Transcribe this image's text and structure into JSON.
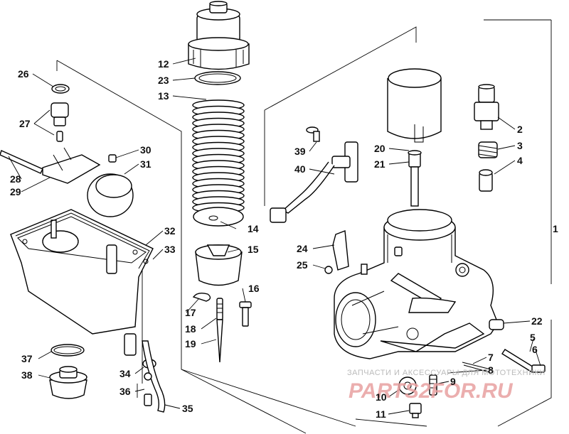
{
  "callouts": [
    {
      "id": "1",
      "label": "1"
    },
    {
      "id": "2",
      "label": "2"
    },
    {
      "id": "3",
      "label": "3"
    },
    {
      "id": "4",
      "label": "4"
    },
    {
      "id": "5",
      "label": "5"
    },
    {
      "id": "6",
      "label": "6"
    },
    {
      "id": "7",
      "label": "7"
    },
    {
      "id": "8",
      "label": "8"
    },
    {
      "id": "9",
      "label": "9"
    },
    {
      "id": "10",
      "label": "10"
    },
    {
      "id": "11",
      "label": "11"
    },
    {
      "id": "12",
      "label": "12"
    },
    {
      "id": "13",
      "label": "13"
    },
    {
      "id": "14",
      "label": "14"
    },
    {
      "id": "15",
      "label": "15"
    },
    {
      "id": "16",
      "label": "16"
    },
    {
      "id": "17",
      "label": "17"
    },
    {
      "id": "18",
      "label": "18"
    },
    {
      "id": "19",
      "label": "19"
    },
    {
      "id": "20",
      "label": "20"
    },
    {
      "id": "21",
      "label": "21"
    },
    {
      "id": "22",
      "label": "22"
    },
    {
      "id": "23",
      "label": "23"
    },
    {
      "id": "24",
      "label": "24"
    },
    {
      "id": "25",
      "label": "25"
    },
    {
      "id": "26",
      "label": "26"
    },
    {
      "id": "27",
      "label": "27"
    },
    {
      "id": "28",
      "label": "28"
    },
    {
      "id": "29",
      "label": "29"
    },
    {
      "id": "30",
      "label": "30"
    },
    {
      "id": "31",
      "label": "31"
    },
    {
      "id": "32",
      "label": "32"
    },
    {
      "id": "33",
      "label": "33"
    },
    {
      "id": "34",
      "label": "34"
    },
    {
      "id": "35",
      "label": "35"
    },
    {
      "id": "36",
      "label": "36"
    },
    {
      "id": "37",
      "label": "37"
    },
    {
      "id": "38",
      "label": "38"
    },
    {
      "id": "39",
      "label": "39"
    },
    {
      "id": "40",
      "label": "40"
    }
  ],
  "watermark": {
    "tagline": "ЗАПЧАСТИ И АКСЕССУАРЫ ДЛЯ МОТОТЕХНИКИ",
    "brand": "PARTS2FOR.RU",
    "brand_color": "#e8a0a0"
  }
}
